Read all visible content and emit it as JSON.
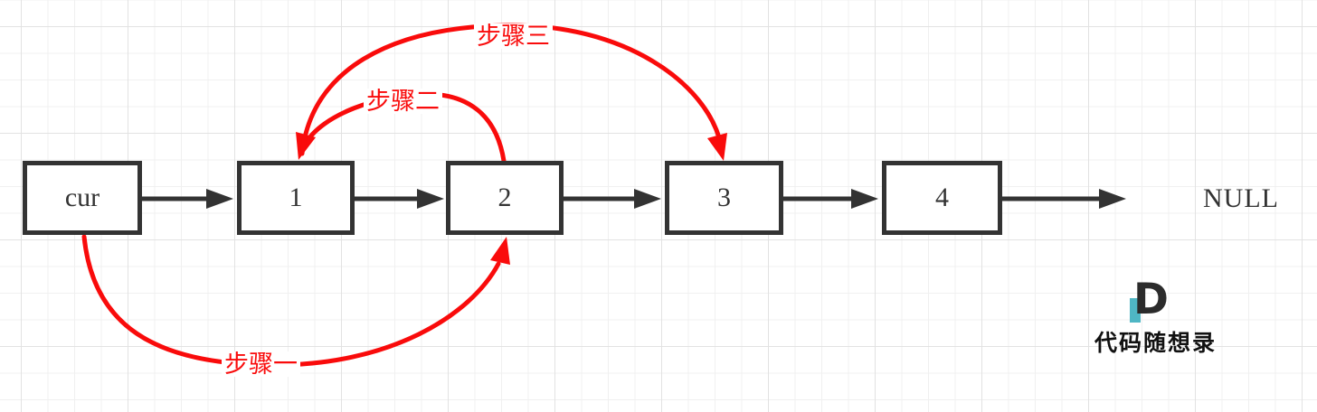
{
  "diagram": {
    "nodes": [
      {
        "label": "cur"
      },
      {
        "label": "1"
      },
      {
        "label": "2"
      },
      {
        "label": "3"
      },
      {
        "label": "4"
      }
    ],
    "terminator": "NULL",
    "steps": {
      "step1": "步骤一",
      "step2": "步骤二",
      "step3": "步骤三"
    }
  },
  "watermark": {
    "logo_letter": "D",
    "brand": "代码随想录"
  },
  "colors": {
    "ink": "#333333",
    "step_red": "#f90b0b",
    "logo_teal": "#4fb6c4",
    "grid_minor": "#f0f0f0",
    "grid_major": "#e2e2e2"
  }
}
